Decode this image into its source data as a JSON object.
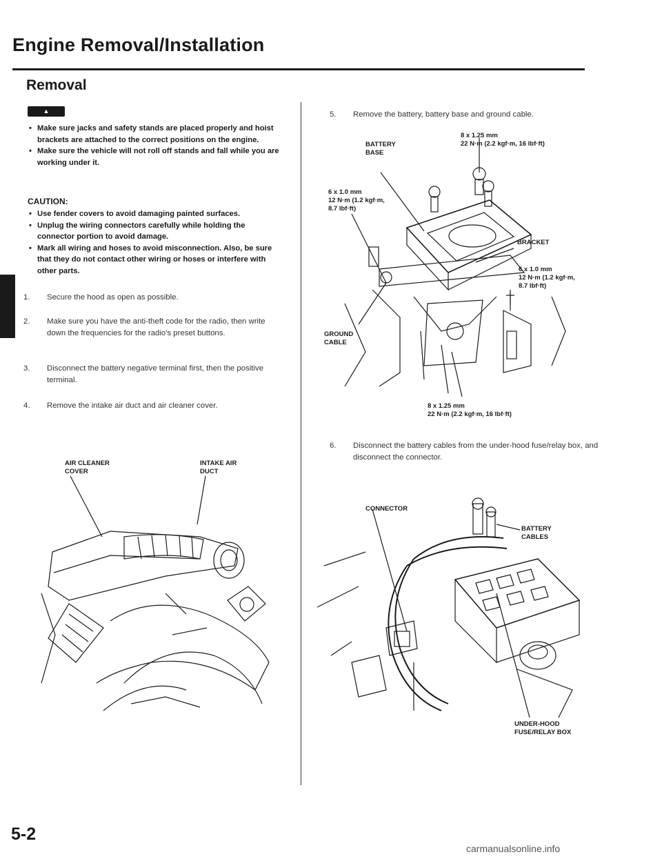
{
  "header": {
    "title": "Engine Removal/Installation",
    "section": "Removal"
  },
  "warning": {
    "badge": "WARNING",
    "items": [
      "Make sure jacks and safety stands are placed properly and hoist brackets are attached to the correct positions on the engine.",
      "Make sure the vehicle will not roll off stands and fall while you are working under it."
    ]
  },
  "caution": {
    "heading": "CAUTION:",
    "items": [
      "Use fender covers to avoid damaging painted surfaces.",
      "Unplug the wiring connectors carefully while holding the connector portion to avoid damage.",
      "Mark all wiring and hoses to avoid misconnection. Also, be sure that they do not contact other wiring or hoses or interfere with other parts."
    ]
  },
  "steps": [
    {
      "num": "1.",
      "text": "Secure the hood as open as possible."
    },
    {
      "num": "2.",
      "text": "Make sure you have the anti-theft code for the radio, then write down the frequencies for the radio's preset buttons."
    },
    {
      "num": "3.",
      "text": "Disconnect the battery negative terminal first, then the positive terminal."
    },
    {
      "num": "4.",
      "text": "Remove the intake air duct and air cleaner cover."
    },
    {
      "num": "5.",
      "text": "Remove the battery, battery base and ground cable."
    },
    {
      "num": "6.",
      "text": "Disconnect the battery cables from the under-hood fuse/relay box, and disconnect the connector."
    }
  ],
  "figure1": {
    "air_cleaner_cover": "AIR CLEANER\nCOVER",
    "intake_air_duct": "INTAKE AIR\nDUCT"
  },
  "figure2": {
    "battery_base": "BATTERY\nBASE",
    "bolt_top": "8 x 1.25 mm\n22 N·m (2.2 kgf·m, 16 lbf·ft)",
    "bolt_left": "6 x 1.0 mm\n12 N·m (1.2 kgf·m,\n8.7 lbf·ft)",
    "bracket": "BRACKET",
    "bolt_right": "6 x 1.0 mm\n12 N·m (1.2 kgf·m,\n8.7 lbf·ft)",
    "ground_cable": "GROUND\nCABLE",
    "bolt_bottom": "8 x 1.25 mm\n22 N·m (2.2 kgf·m, 16 lbf·ft)"
  },
  "figure3": {
    "connector": "CONNECTOR",
    "battery_cables": "BATTERY\nCABLES",
    "fuse_box": "UNDER-HOOD\nFUSE/RELAY BOX"
  },
  "footer": {
    "page_number": "5-2",
    "watermark": "carmanualsonline.info"
  }
}
